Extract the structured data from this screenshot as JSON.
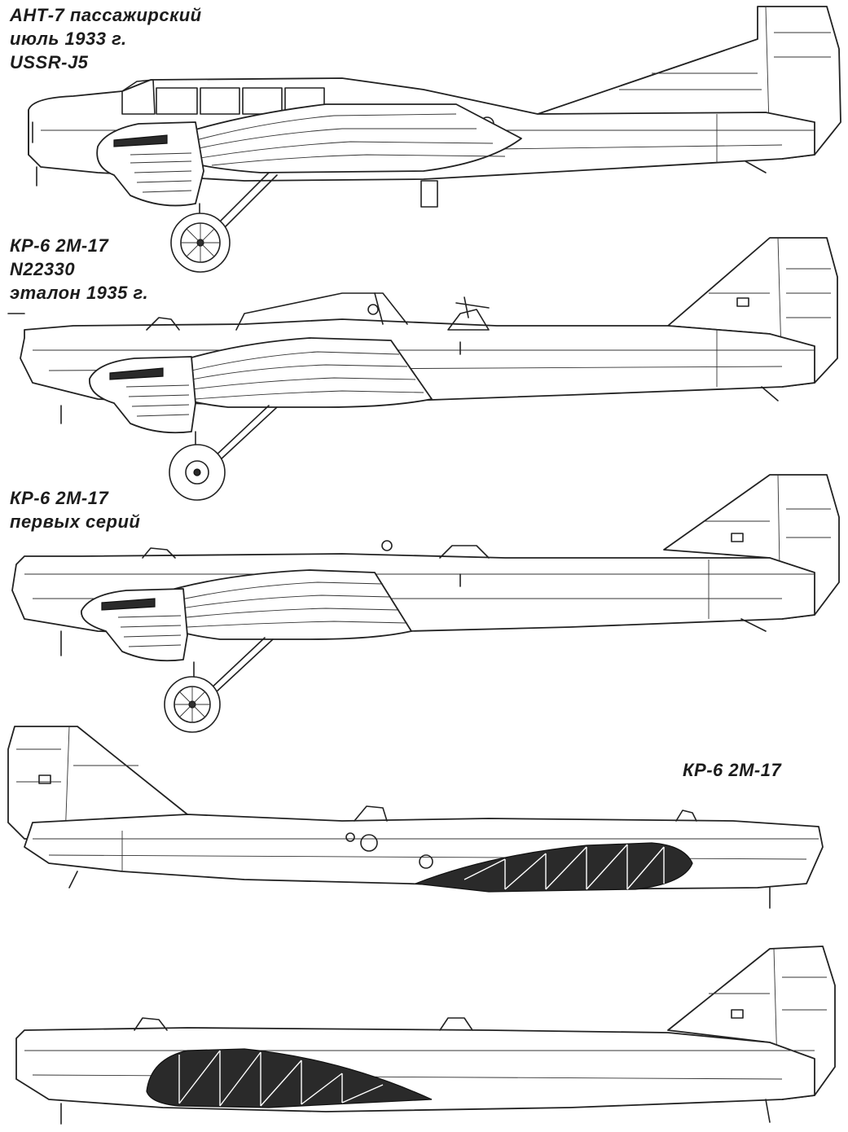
{
  "captions": {
    "ant7": [
      "АНТ-7 пассажирский",
      "июль 1933 г.",
      "USSR-J5"
    ],
    "kr6_etalon": [
      "КР-6 2М-17",
      "N22330",
      "эталон 1935 г."
    ],
    "kr6_first": [
      "КР-6 2М-17",
      "первых серий"
    ],
    "kr6_plain": [
      "КР-6 2М-17"
    ]
  }
}
